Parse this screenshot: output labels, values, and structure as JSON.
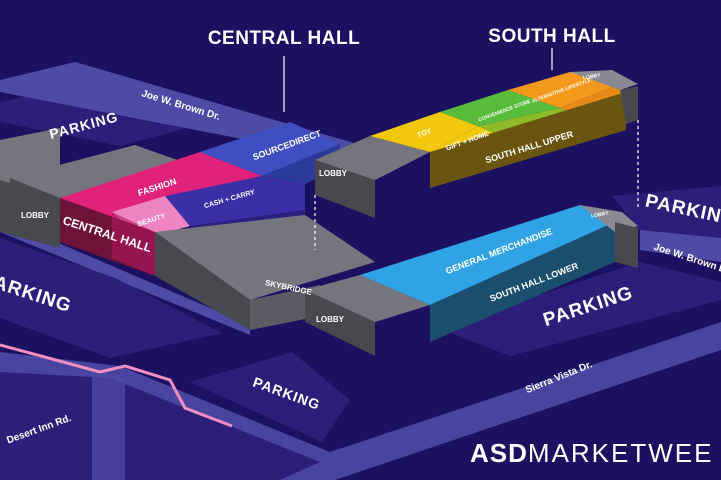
{
  "headings": {
    "central": "CENTRAL HALL",
    "south": "SOUTH HALL"
  },
  "central_hall": {
    "label": "CENTRAL HALL",
    "lobby": "LOBBY",
    "zones": {
      "fashion": "FASHION",
      "sourcedirect": "SOURCEDIRECT",
      "beauty": "BEAUTY",
      "cash_carry": "CASH + CARRY"
    }
  },
  "south_hall_upper": {
    "label": "SOUTH HALL UPPER",
    "lobby": "LOBBY",
    "zones": {
      "toy": "TOY",
      "gift_home": "GIFT + HOME",
      "convenience_store": "CONVENIENCE STORE",
      "alternative_lifestyle": "ALTERNATIVE LIFESTYLE",
      "lobby_small": "LOBBY"
    }
  },
  "south_hall_lower": {
    "label": "SOUTH HALL LOWER",
    "lobby": "LOBBY",
    "zones": {
      "general_merchandise": "GENERAL MERCHANDISE",
      "lobby_small": "LOBBY"
    }
  },
  "skybridge": "SKYBRIDGE",
  "parking_label": "PARKING",
  "streets": {
    "joe_w_brown_top": "Joe W. Brown Dr.",
    "joe_w_brown_right": "Joe W. Brown Dr.",
    "sierra_vista": "Sierra Vista Dr.",
    "desert_inn": "Desert Inn Rd."
  },
  "logo": {
    "bold": "ASD",
    "thin": "MARKETWEE"
  },
  "colors": {
    "background": "#1b1160",
    "road": "#4f4aa6",
    "block": "#2d1f79",
    "building_top": "#75757d",
    "building_side": "#48484f",
    "fashion": "#e0227a",
    "sourcedirect": "#3f4fc2",
    "beauty": "#ef84c2",
    "cash_carry": "#3b2fa6",
    "central_hall_front": "#6f1238",
    "toy": "#f2c80f",
    "gift_home": "#8dbb2a",
    "convenience_store": "#58bb39",
    "alternative_lifestyle": "#f39a1c",
    "upper_front": "#6a5510",
    "general_merchandise": "#2fa3e4",
    "lower_front": "#1c4f6e",
    "route": "#f28ec0"
  }
}
